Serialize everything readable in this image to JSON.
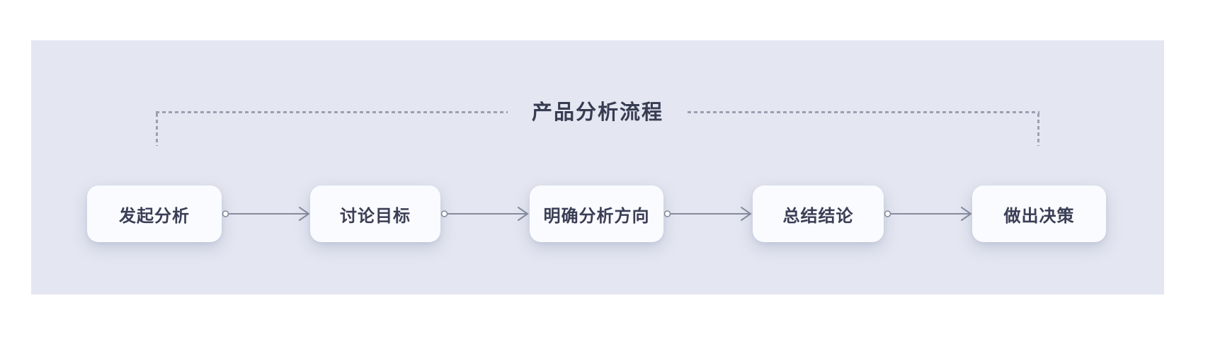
{
  "bracket": {
    "title": "产品分析流程",
    "dash_color": "#9ba0b1",
    "title_color": "#373c52"
  },
  "flow": {
    "steps": [
      {
        "label": "发起分析"
      },
      {
        "label": "讨论目标"
      },
      {
        "label": "明确分析方向"
      },
      {
        "label": "总结结论"
      },
      {
        "label": "做出决策"
      }
    ],
    "connector_color": "#868b9d",
    "node_background": "#fafbfe",
    "label_color": "#3a3e55"
  },
  "panel": {
    "background": "#e4e7f1"
  },
  "page": {
    "background": "#ffffff"
  }
}
